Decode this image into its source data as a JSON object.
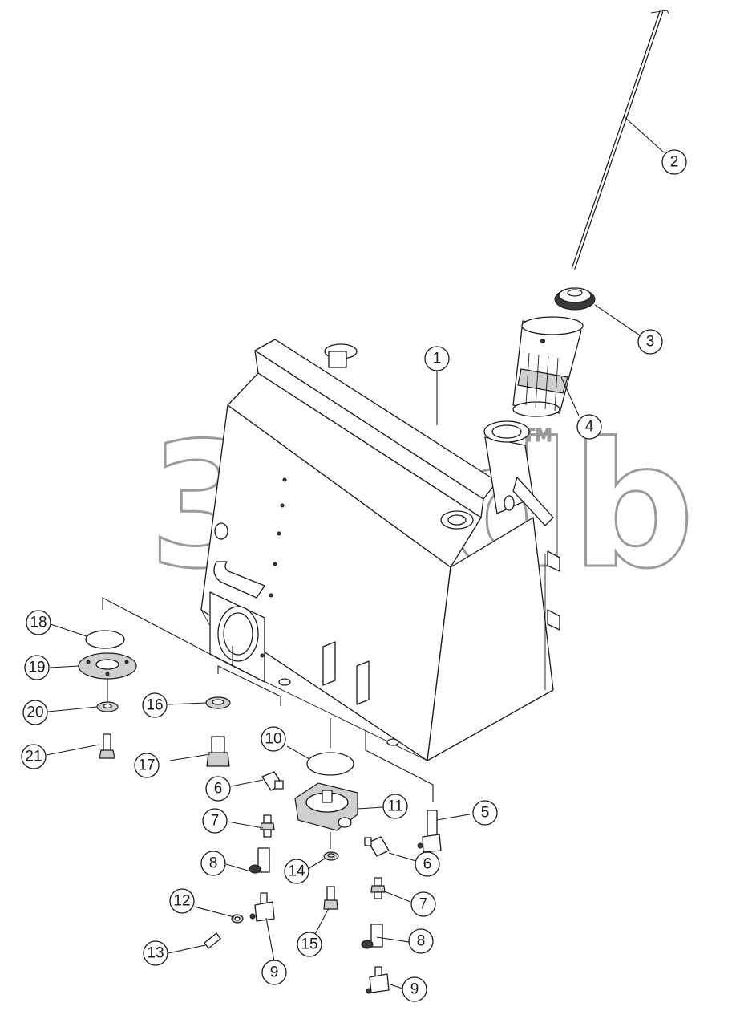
{
  "diagram": {
    "watermark": {
      "text": "3mdb",
      "trademark": "TM"
    },
    "callouts": [
      {
        "id": "c1",
        "label": "1"
      },
      {
        "id": "c2",
        "label": "2"
      },
      {
        "id": "c3",
        "label": "3"
      },
      {
        "id": "c4",
        "label": "4"
      },
      {
        "id": "c5",
        "label": "5"
      },
      {
        "id": "c6a",
        "label": "6"
      },
      {
        "id": "c6b",
        "label": "6"
      },
      {
        "id": "c7a",
        "label": "7"
      },
      {
        "id": "c7b",
        "label": "7"
      },
      {
        "id": "c8a",
        "label": "8"
      },
      {
        "id": "c8b",
        "label": "8"
      },
      {
        "id": "c9a",
        "label": "9"
      },
      {
        "id": "c9b",
        "label": "9"
      },
      {
        "id": "c10",
        "label": "10"
      },
      {
        "id": "c11",
        "label": "11"
      },
      {
        "id": "c12",
        "label": "12"
      },
      {
        "id": "c13",
        "label": "13"
      },
      {
        "id": "c14",
        "label": "14"
      },
      {
        "id": "c15",
        "label": "15"
      },
      {
        "id": "c16",
        "label": "16"
      },
      {
        "id": "c17",
        "label": "17"
      },
      {
        "id": "c18",
        "label": "18"
      },
      {
        "id": "c19",
        "label": "19"
      },
      {
        "id": "c20",
        "label": "20"
      },
      {
        "id": "c21",
        "label": "21"
      }
    ]
  }
}
